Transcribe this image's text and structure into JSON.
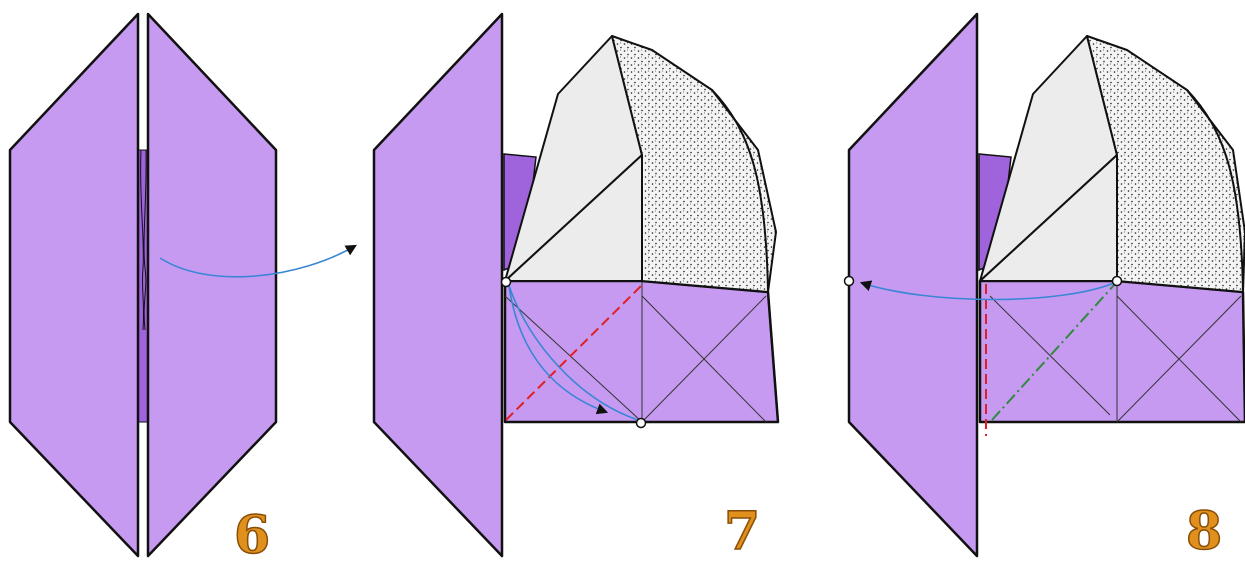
{
  "diagram": {
    "steps": [
      {
        "number": "6"
      },
      {
        "number": "7"
      },
      {
        "number": "8"
      }
    ],
    "colors": {
      "paper_front": "#c69af0",
      "paper_dark": "#9f63dc",
      "paper_white": "#ececec",
      "outline": "#111111",
      "arrow": "#3a86d6",
      "valley_fold": "#e02020",
      "mountain_fold": "#2e8b3d",
      "number_fill": "#e0901c"
    }
  }
}
